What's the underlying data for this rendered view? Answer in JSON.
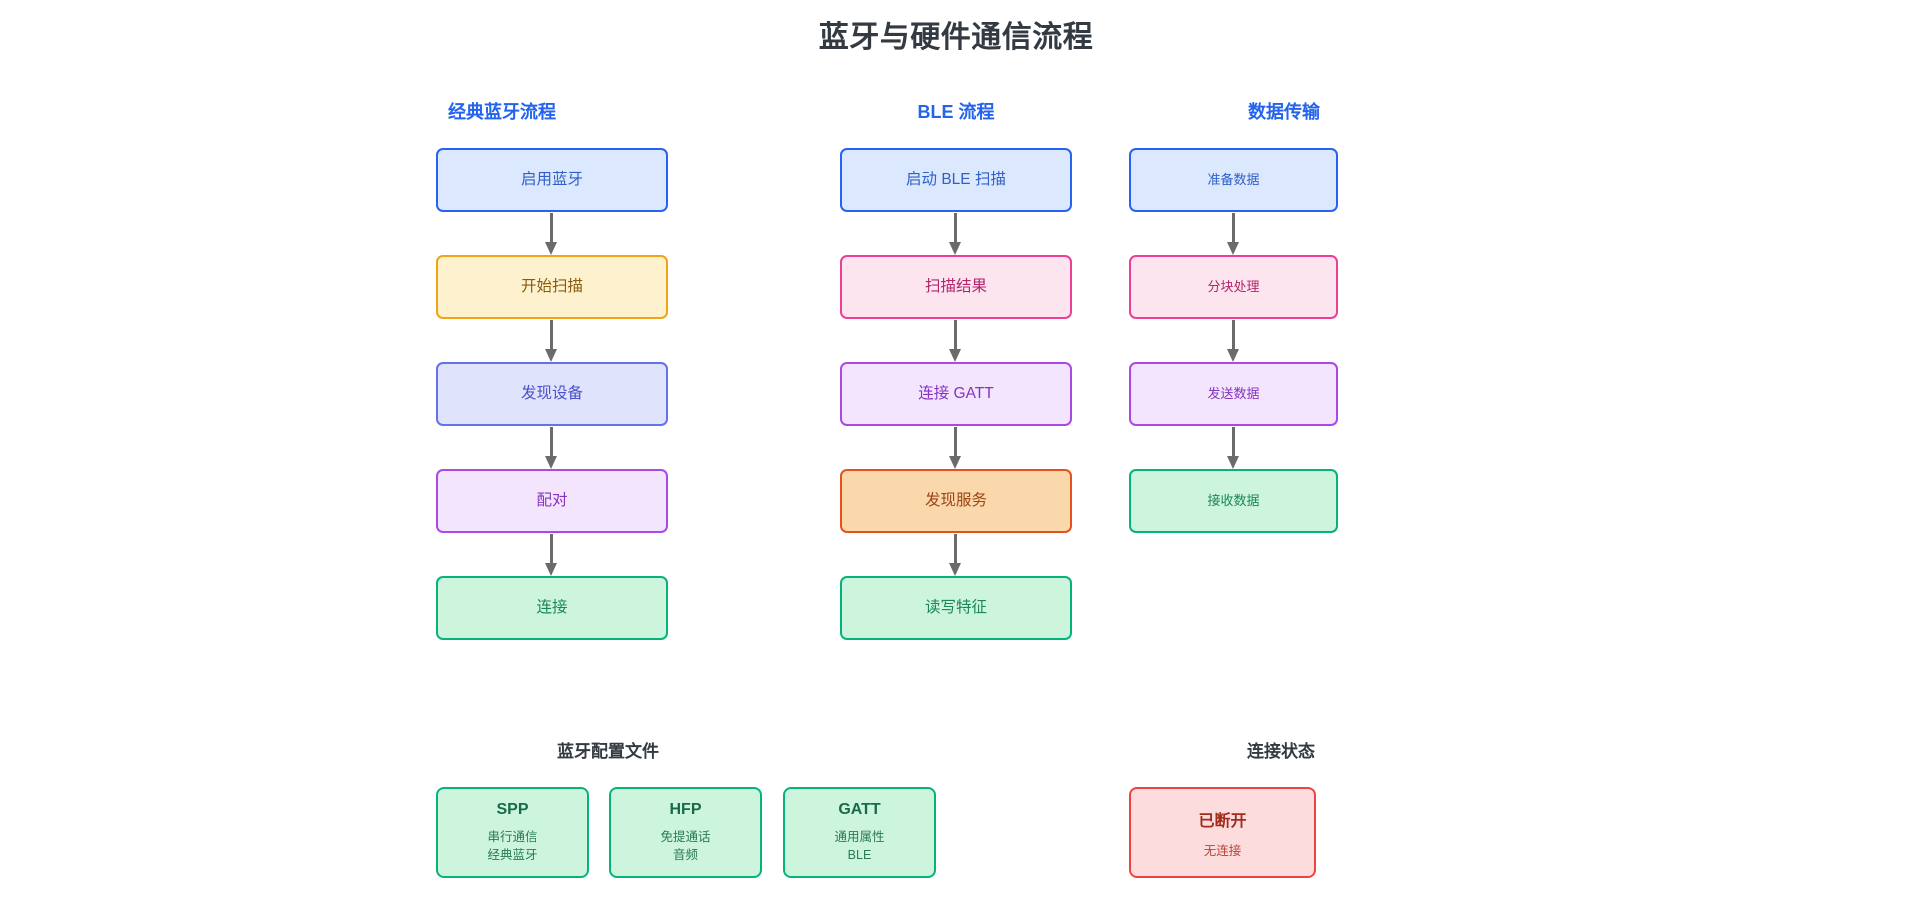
{
  "title": "蓝牙与硬件通信流程",
  "accent_colors": {
    "header_blue": "#2463eb",
    "title_dark": "#333a42",
    "arrow_gray": "#6b6b6b",
    "node_blue_fill": "#dce8fd",
    "node_blue_border": "#2563f0",
    "node_yellow_fill": "#fdf2cd",
    "node_yellow_border": "#f0a417",
    "node_indigo_fill": "#e0e3fc",
    "node_indigo_border": "#6670e8",
    "node_violet_fill": "#f3e5fd",
    "node_violet_border": "#a849e8",
    "node_green_fill": "#cdf4dd",
    "node_green_border": "#06b479",
    "node_pink_fill": "#fde5f0",
    "node_pink_border": "#ec3f94",
    "node_orange_fill": "#fbd8ab",
    "node_orange_border": "#e4531d",
    "node_red_fill": "#fcdcdc",
    "node_red_border": "#ef4343"
  },
  "columns": [
    {
      "header": "经典蓝牙流程",
      "nodes": [
        {
          "label": "启用蓝牙",
          "color": "blue"
        },
        {
          "label": "开始扫描",
          "color": "yellow"
        },
        {
          "label": "发现设备",
          "color": "indigo"
        },
        {
          "label": "配对",
          "color": "violet"
        },
        {
          "label": "连接",
          "color": "green"
        }
      ]
    },
    {
      "header": "BLE 流程",
      "nodes": [
        {
          "label": "启动 BLE 扫描",
          "color": "blue"
        },
        {
          "label": "扫描结果",
          "color": "pink"
        },
        {
          "label": "连接 GATT",
          "color": "violet"
        },
        {
          "label": "发现服务",
          "color": "orange"
        },
        {
          "label": "读写特征",
          "color": "green"
        }
      ]
    },
    {
      "header": "数据传输",
      "nodes": [
        {
          "label": "准备数据",
          "color": "blue"
        },
        {
          "label": "分块处理",
          "color": "pink"
        },
        {
          "label": "发送数据",
          "color": "violet"
        },
        {
          "label": "接收数据",
          "color": "green"
        }
      ]
    }
  ],
  "profiles_section": {
    "title": "蓝牙配置文件",
    "cards": [
      {
        "name": "SPP",
        "line1": "串行通信",
        "line2": "经典蓝牙"
      },
      {
        "name": "HFP",
        "line1": "免提通话",
        "line2": "音频"
      },
      {
        "name": "GATT",
        "line1": "通用属性",
        "line2": "BLE"
      }
    ]
  },
  "status_section": {
    "title": "连接状态",
    "card": {
      "name": "已断开",
      "detail": "无连接"
    }
  }
}
